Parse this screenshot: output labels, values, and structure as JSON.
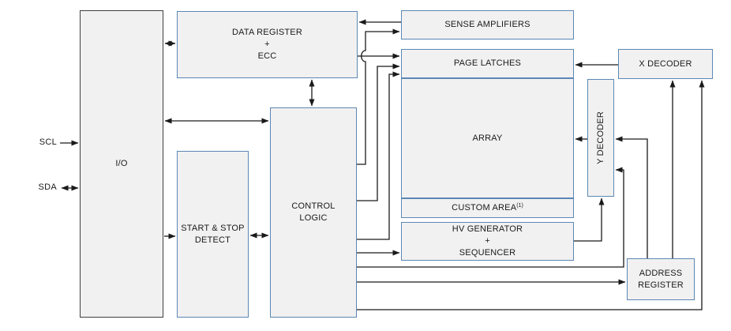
{
  "diagram": {
    "title": "serial-eeprom-block-diagram",
    "signals": {
      "scl": "SCL",
      "sda": "SDA"
    },
    "blocks": {
      "io": "I/O",
      "data_register": "DATA REGISTER\n+\nECC",
      "start_stop": "START & STOP\nDETECT",
      "control": "CONTROL\nLOGIC",
      "sense_amp": "SENSE AMPLIFIERS",
      "page_latches": "PAGE LATCHES",
      "array": "ARRAY",
      "custom_area": "CUSTOM AREA",
      "custom_area_note": "(1)",
      "hv_gen": "HV GENERATOR\n+\nSEQUENCER",
      "x_decoder": "X DECODER",
      "y_decoder": "Y DECODER",
      "addr_register": "ADDRESS\nREGISTER"
    },
    "colors": {
      "block_fill": "#f1f1f1",
      "block_border": "#5b87b5",
      "io_border": "#3f3f3f",
      "line": "#1a1a1a",
      "text": "#1a1a1a"
    }
  }
}
